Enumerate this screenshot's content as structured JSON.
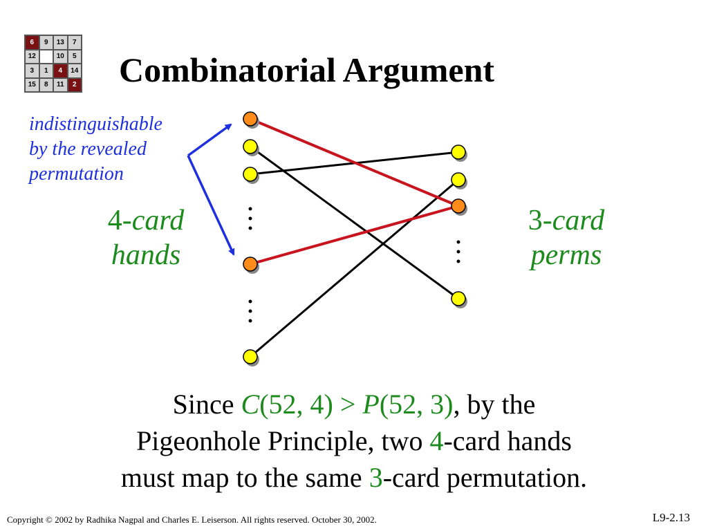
{
  "logo": {
    "cells": [
      {
        "text": "6",
        "dark": true
      },
      {
        "text": "9",
        "dark": false
      },
      {
        "text": "13",
        "dark": false
      },
      {
        "text": "7",
        "dark": false
      },
      {
        "text": "12",
        "dark": false
      },
      {
        "text": "",
        "dark": false,
        "blank": true
      },
      {
        "text": "10",
        "dark": false
      },
      {
        "text": "5",
        "dark": false
      },
      {
        "text": "3",
        "dark": false
      },
      {
        "text": "1",
        "dark": false
      },
      {
        "text": "4",
        "dark": true
      },
      {
        "text": "14",
        "dark": false
      },
      {
        "text": "15",
        "dark": false
      },
      {
        "text": "8",
        "dark": false
      },
      {
        "text": "11",
        "dark": false
      },
      {
        "text": "2",
        "dark": true
      }
    ]
  },
  "title": "Combinatorial Argument",
  "note": {
    "line1": "indistinguishable",
    "line2": "by the revealed",
    "line3": "permutation"
  },
  "left_label": {
    "num": "4",
    "word1": "-card",
    "word2": "hands"
  },
  "right_label": {
    "num": "3",
    "word1": "-card",
    "word2": "perms"
  },
  "colors": {
    "yellow_node": "#ffff00",
    "orange_node": "#ff8c1a",
    "red_edge": "#c8141e",
    "black_edge": "#000000",
    "blue_arrow": "#1e2fe0",
    "green_text": "#1c8a1c"
  },
  "body": {
    "l1_a": "Since ",
    "l1_c": "C",
    "l1_c_args": "(52, 4) > ",
    "l1_p": "P",
    "l1_p_args": "(52, 3)",
    "l1_b": ", by the",
    "l2_a": "Pigeonhole Principle, two ",
    "l2_num": "4",
    "l2_b": "-card hands",
    "l3_a": "must map to the same ",
    "l3_num": "3",
    "l3_b": "-card permutation."
  },
  "footer": "Copyright © 2002 by Radhika Nagpal and Charles E. Leiserson.   All rights reserved.  October 30, 2002.",
  "slide_number": "L9-2.13"
}
